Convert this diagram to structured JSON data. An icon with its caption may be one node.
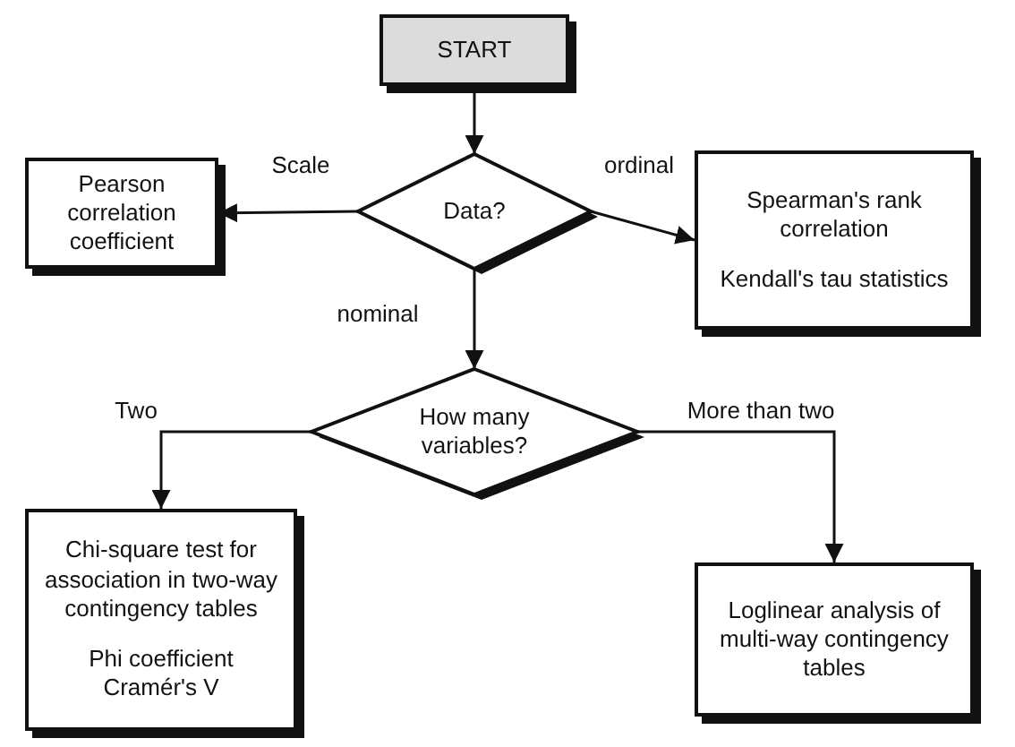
{
  "diagram": {
    "nodes": [
      {
        "text": [
          "START"
        ]
      },
      {
        "text": [
          "Data?"
        ]
      },
      {
        "text": [
          "Pearson correlation coefficient"
        ]
      },
      {
        "text": [
          "Spearman's rank correlation",
          "Kendall's tau statistics"
        ]
      },
      {
        "text": [
          "How many variables?"
        ]
      },
      {
        "text": [
          "Chi-square test for association in two-way contingency tables",
          "Phi coefficient Cramér's V"
        ]
      },
      {
        "text": [
          "Loglinear analysis of multi-way contingency tables"
        ]
      }
    ],
    "edges": [
      {
        "from": 0,
        "to": 1,
        "arrow": "to"
      },
      {
        "from": 1,
        "to": 2,
        "arrow": "to",
        "label": "Scale"
      },
      {
        "from": 1,
        "to": 3,
        "arrow": "to",
        "label": "ordinal"
      },
      {
        "from": 1,
        "to": 4,
        "arrow": "to",
        "label": "nominal"
      },
      {
        "from": 4,
        "to": 5,
        "arrow": "to",
        "label": "Two"
      },
      {
        "from": 4,
        "to": 6,
        "arrow": "to",
        "label": "More than two"
      }
    ]
  }
}
